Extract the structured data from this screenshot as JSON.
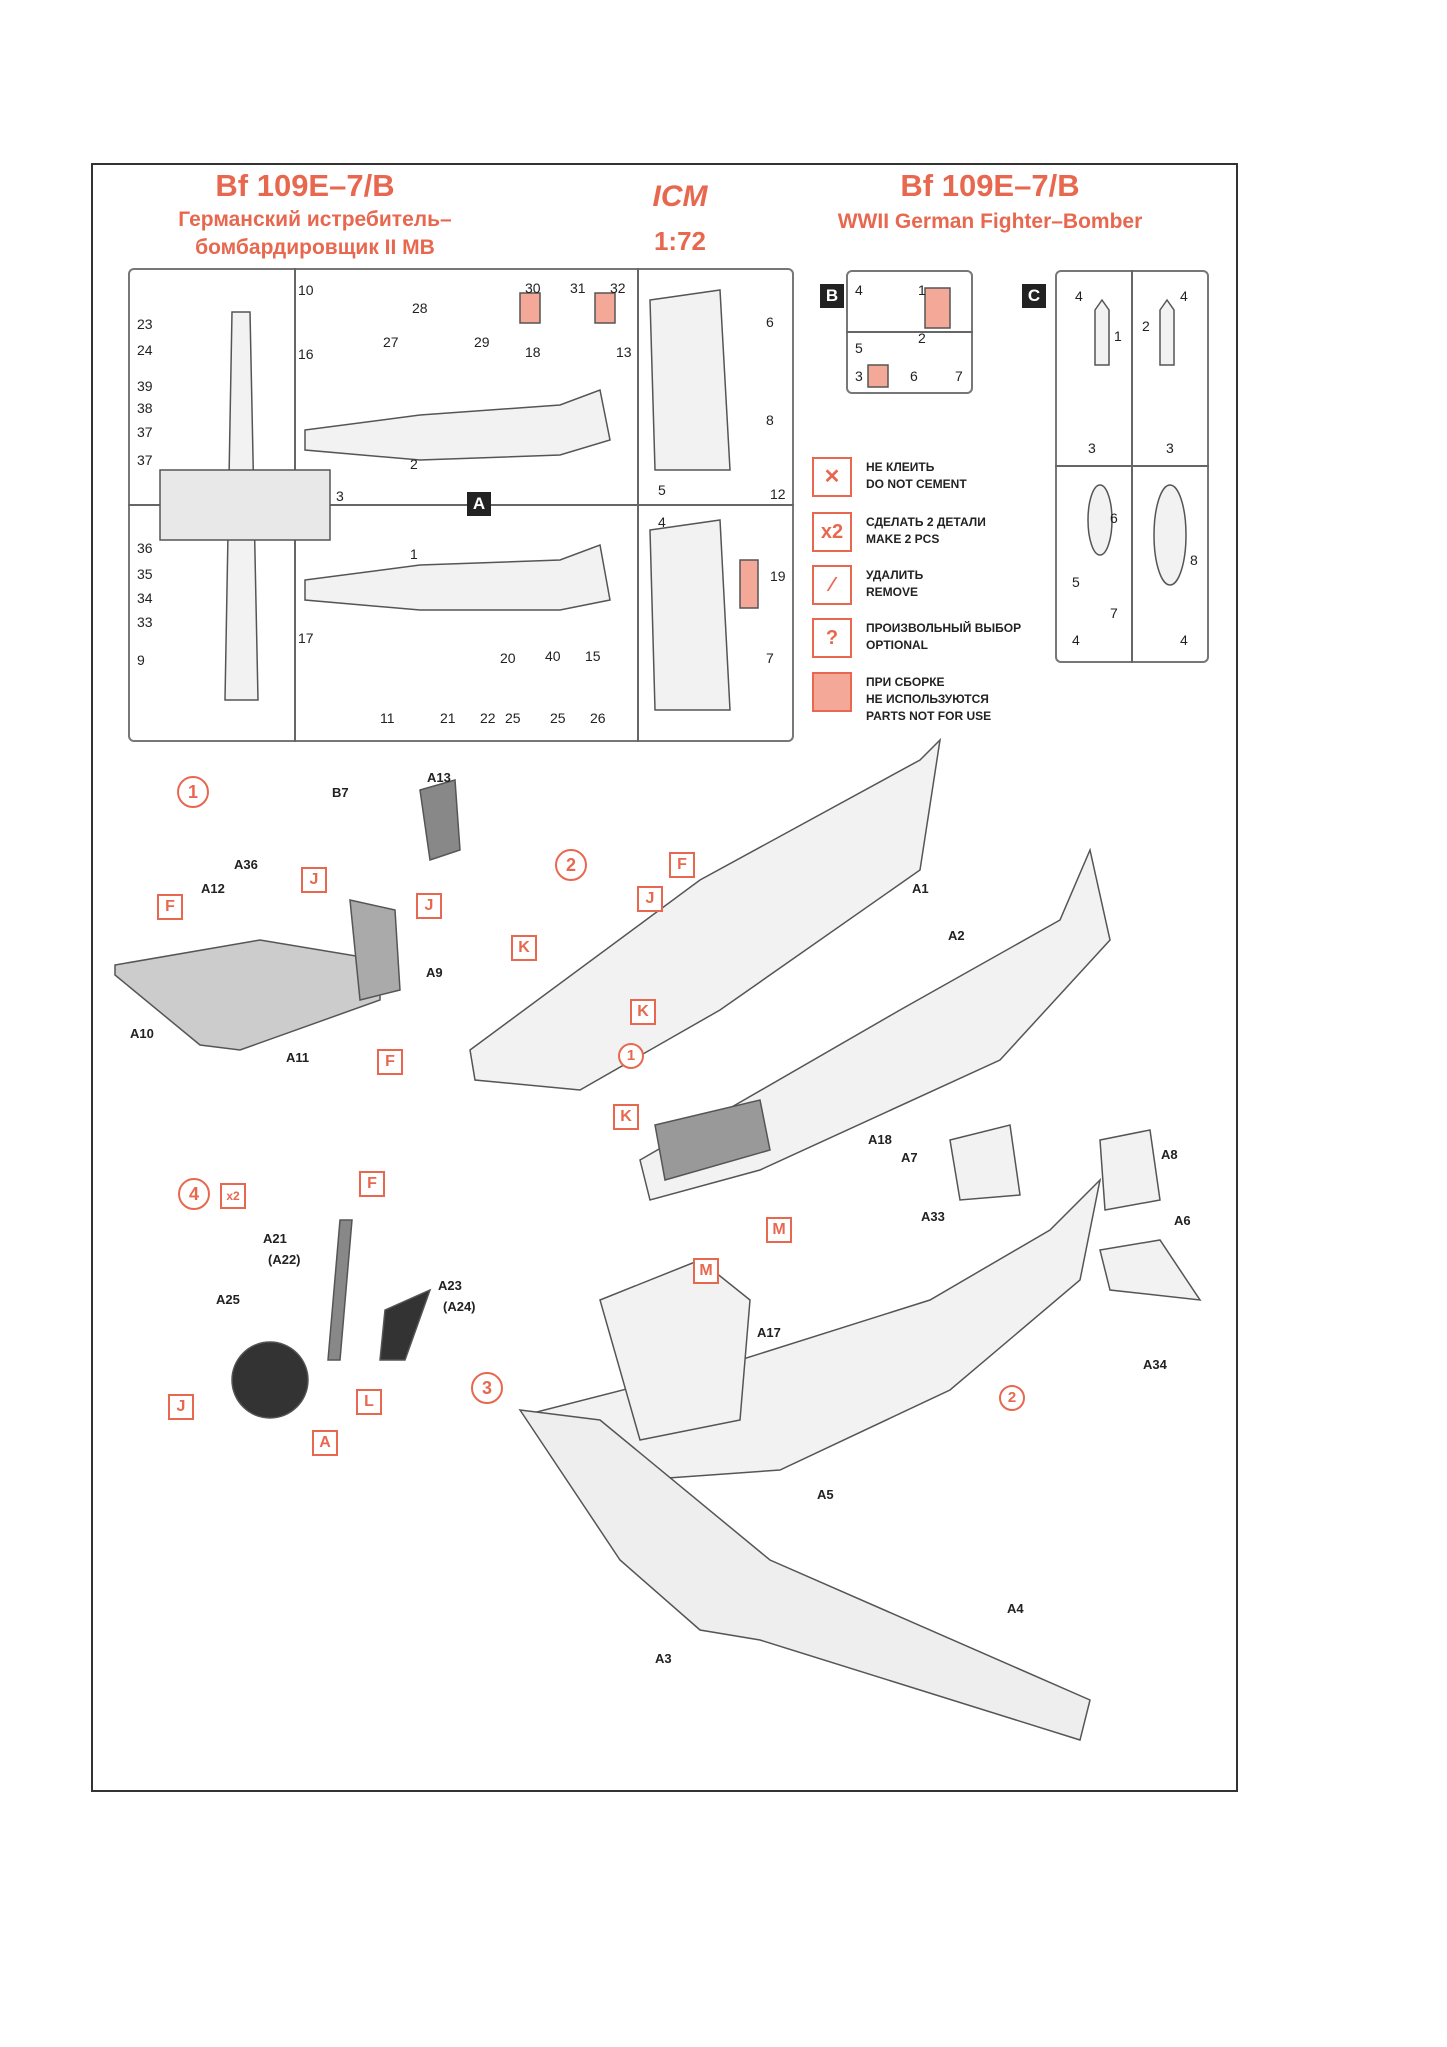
{
  "header": {
    "title_left": "Bf 109E–7/B",
    "subtitle_left_1": "Германский истребитель–",
    "subtitle_left_2": "бомбардировщик II МВ",
    "logo": "ICM",
    "scale": "1:72",
    "title_right": "Bf 109E–7/B",
    "subtitle_right": "WWII German Fighter–Bomber"
  },
  "sprues": {
    "a": {
      "label": "A",
      "parts": [
        "23",
        "24",
        "39",
        "38",
        "37",
        "37",
        "36",
        "35",
        "34",
        "33",
        "9",
        "10",
        "16",
        "28",
        "27",
        "30",
        "31",
        "32",
        "29",
        "18",
        "13",
        "6",
        "8",
        "3",
        "2",
        "5",
        "12",
        "4",
        "1",
        "19",
        "17",
        "20",
        "40",
        "15",
        "11",
        "21",
        "22",
        "25",
        "25",
        "26",
        "7"
      ]
    },
    "b": {
      "label": "B",
      "parts": [
        "4",
        "1",
        "2",
        "3",
        "5",
        "6",
        "7"
      ]
    },
    "c": {
      "label": "C",
      "parts": [
        "4",
        "4",
        "1",
        "2",
        "3",
        "3",
        "6",
        "8",
        "5",
        "7",
        "4",
        "4"
      ]
    }
  },
  "legend": [
    {
      "icon": "no-glue-icon",
      "ru": "НЕ КЛЕИТЬ",
      "en": "DO NOT CEMENT"
    },
    {
      "icon": "x2",
      "ru": "СДЕЛАТЬ 2 ДЕТАЛИ",
      "en": "MAKE 2 PCS"
    },
    {
      "icon": "knife-icon",
      "ru": "УДАЛИТЬ",
      "en": "REMOVE"
    },
    {
      "icon": "?",
      "ru": "ПРОИЗВОЛЬНЫЙ ВЫБОР",
      "en": "OPTIONAL"
    },
    {
      "icon": "unused-box",
      "ru": "ПРИ СБОРКЕ\nНЕ ИСПОЛЬЗУЮТСЯ",
      "en": "PARTS NOT FOR USE"
    }
  ],
  "steps": {
    "s1": {
      "num": "1",
      "labels": [
        "B7",
        "A13",
        "A36",
        "A12",
        "A9",
        "A10",
        "A11"
      ],
      "tags": [
        "J",
        "J",
        "F",
        "F"
      ]
    },
    "s2": {
      "num": "2",
      "labels": [
        "A1",
        "A2",
        "A18",
        "A7",
        "A8",
        "A33",
        "A6"
      ],
      "tags": [
        "F",
        "J",
        "K",
        "K",
        "K",
        "M"
      ],
      "sub": "1"
    },
    "s3": {
      "num": "3",
      "labels": [
        "A17",
        "A34",
        "A5",
        "A4",
        "A3"
      ],
      "tags": [
        "M"
      ],
      "sub": "2"
    },
    "s4": {
      "num": "4",
      "x2": "x2",
      "labels": [
        "A21",
        "(A22)",
        "A23",
        "(A24)",
        "A25"
      ],
      "tags": [
        "F",
        "J",
        "L",
        "A"
      ]
    }
  },
  "colors": {
    "accent": "#e8684f",
    "unused": "#f4a898"
  }
}
